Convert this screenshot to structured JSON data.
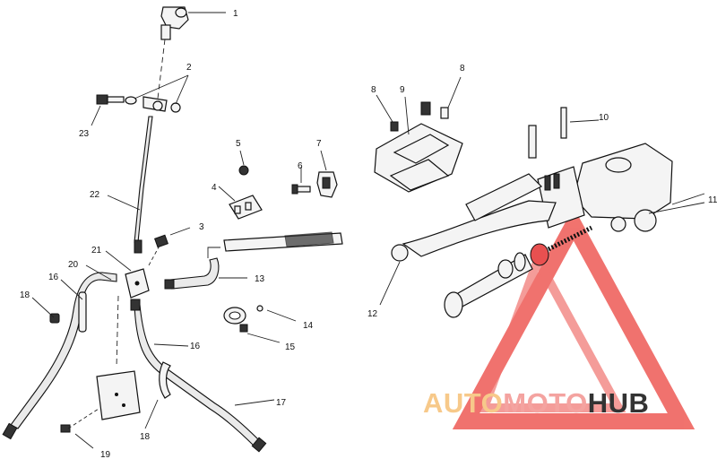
{
  "diagram": {
    "callouts": [
      {
        "id": "c1",
        "label": "1"
      },
      {
        "id": "c2",
        "label": "2"
      },
      {
        "id": "c3",
        "label": "3"
      },
      {
        "id": "c4",
        "label": "4"
      },
      {
        "id": "c5",
        "label": "5"
      },
      {
        "id": "c6",
        "label": "6"
      },
      {
        "id": "c7",
        "label": "7"
      },
      {
        "id": "c8a",
        "label": "8"
      },
      {
        "id": "c8b",
        "label": "8"
      },
      {
        "id": "c9",
        "label": "9"
      },
      {
        "id": "c10",
        "label": "10"
      },
      {
        "id": "c11",
        "label": "11"
      },
      {
        "id": "c12",
        "label": "12"
      },
      {
        "id": "c13",
        "label": "13"
      },
      {
        "id": "c14",
        "label": "14"
      },
      {
        "id": "c15",
        "label": "15"
      },
      {
        "id": "c16a",
        "label": "16"
      },
      {
        "id": "c16b",
        "label": "16"
      },
      {
        "id": "c17",
        "label": "17"
      },
      {
        "id": "c18a",
        "label": "18"
      },
      {
        "id": "c18b",
        "label": "18"
      },
      {
        "id": "c19",
        "label": "19"
      },
      {
        "id": "c20",
        "label": "20"
      },
      {
        "id": "c21",
        "label": "21"
      },
      {
        "id": "c22",
        "label": "22"
      },
      {
        "id": "c23",
        "label": "23"
      }
    ]
  },
  "watermark": {
    "part1": "AUTO",
    "part2": "MOTO",
    "part3": "HUB",
    "color_auto": "#f7c98a",
    "color_moto": "#f4a3a0",
    "color_hub": "#333333",
    "logo_color": "#ee5a55"
  }
}
